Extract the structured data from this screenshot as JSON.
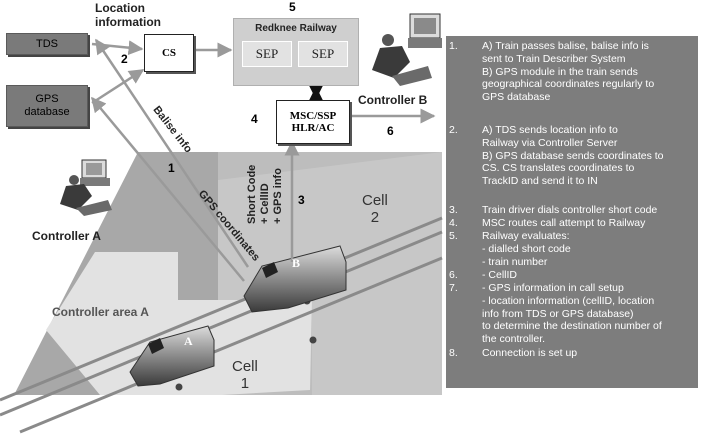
{
  "boxes": {
    "tds": "TDS",
    "gps_db": "GPS database",
    "cs": "CS",
    "redknee_title": "Redknee Railway",
    "sep1": "SEP",
    "sep2": "SEP",
    "msc": "MSC/SSP HLR/AC"
  },
  "labels": {
    "location_info": "Location information",
    "controller_a": "Controller A",
    "controller_b": "Controller B",
    "controller_area_a": "Controller area A",
    "cell1_title": "Cell",
    "cell1_num": "1",
    "cell2_title": "Cell",
    "cell2_num": "2",
    "balise_info": "Balise info",
    "gps_coordinates": "GPS coordinates",
    "short_code": "Short Code",
    "cellid": "+ CellID",
    "gps_info": "+ GPS info",
    "train_a": "A",
    "train_b": "B"
  },
  "numbers": {
    "n1": "1",
    "n2": "2",
    "n3": "3",
    "n4": "4",
    "n5": "5",
    "n6": "6"
  },
  "steps": [
    {
      "n": "1.",
      "lines": [
        "A) Train passes balise, balise info is",
        "sent to Train Describer System",
        "B) GPS module in the train sends",
        "geographical coordinates regularly to",
        "GPS database"
      ]
    },
    {
      "n": "2.",
      "lines": [
        "A) TDS sends location info to",
        "Railway      via Controller Server",
        "B) GPS database sends coordinates to",
        "CS. CS translates coordinates to",
        "TrackID and send it to IN"
      ]
    },
    {
      "n": "3.",
      "lines": [
        "Train driver dials controller short code"
      ]
    },
    {
      "n": "4.",
      "lines": [
        "MSC routes call attempt to Railway"
      ]
    },
    {
      "n": "5.",
      "lines": [
        "Railway      evaluates:",
        "- dialled short code",
        "- train number"
      ]
    },
    {
      "n": "6.",
      "lines": [
        "- CellID"
      ]
    },
    {
      "n": "7.",
      "lines": [
        "- GPS information in call setup",
        "- location information (cellID, location",
        "info from TDS or GPS database)",
        "to determine the destination number of",
        "the controller."
      ]
    },
    {
      "n": "8.",
      "lines": [
        "Connection is set up"
      ]
    }
  ],
  "colors": {
    "panel": "#7d7d7d",
    "cell_area": "#a8a8a8",
    "controller_area": "#e2e2e2",
    "arrow": "#9a9a9a"
  }
}
